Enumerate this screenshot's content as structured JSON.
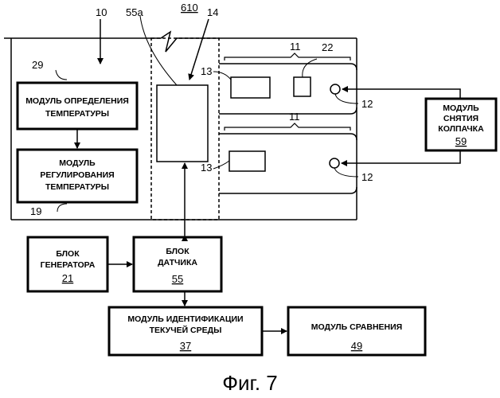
{
  "figure": {
    "caption": "Фиг. 7",
    "ref_610": "610",
    "ref_10": "10",
    "ref_14": "14",
    "ref_55a": "55a",
    "ref_29": "29",
    "ref_19": "19",
    "ref_11_top": "11",
    "ref_11_mid": "11",
    "ref_22": "22",
    "ref_13_top": "13",
    "ref_13_bottom": "13",
    "ref_12_top": "12",
    "ref_12_bottom": "12"
  },
  "blocks": {
    "temp_detect": {
      "line1": "МОДУЛЬ ОПРЕДЕЛЕНИЯ",
      "line2": "ТЕМПЕРАТУРЫ"
    },
    "temp_regulate": {
      "line1": "МОДУЛЬ",
      "line2": "РЕГУЛИРОВАНИЯ",
      "line3": "ТЕМПЕРАТУРЫ"
    },
    "cap_removal": {
      "line1": "МОДУЛЬ",
      "line2": "СНЯТИЯ",
      "line3": "КОЛПАЧКА",
      "ref": "59"
    },
    "generator": {
      "line1": "БЛОК",
      "line2": "ГЕНЕРАТОРА",
      "ref": "21"
    },
    "sensor": {
      "line1": "БЛОК",
      "line2": "ДАТЧИКА",
      "ref": "55"
    },
    "fluid_id": {
      "line1": "МОДУЛЬ ИДЕНТИФИКАЦИИ",
      "line2": "ТЕКУЧЕЙ СРЕДЫ",
      "ref": "37"
    },
    "compare": {
      "line1": "МОДУЛЬ СРАВНЕНИЯ",
      "ref": "49"
    }
  }
}
